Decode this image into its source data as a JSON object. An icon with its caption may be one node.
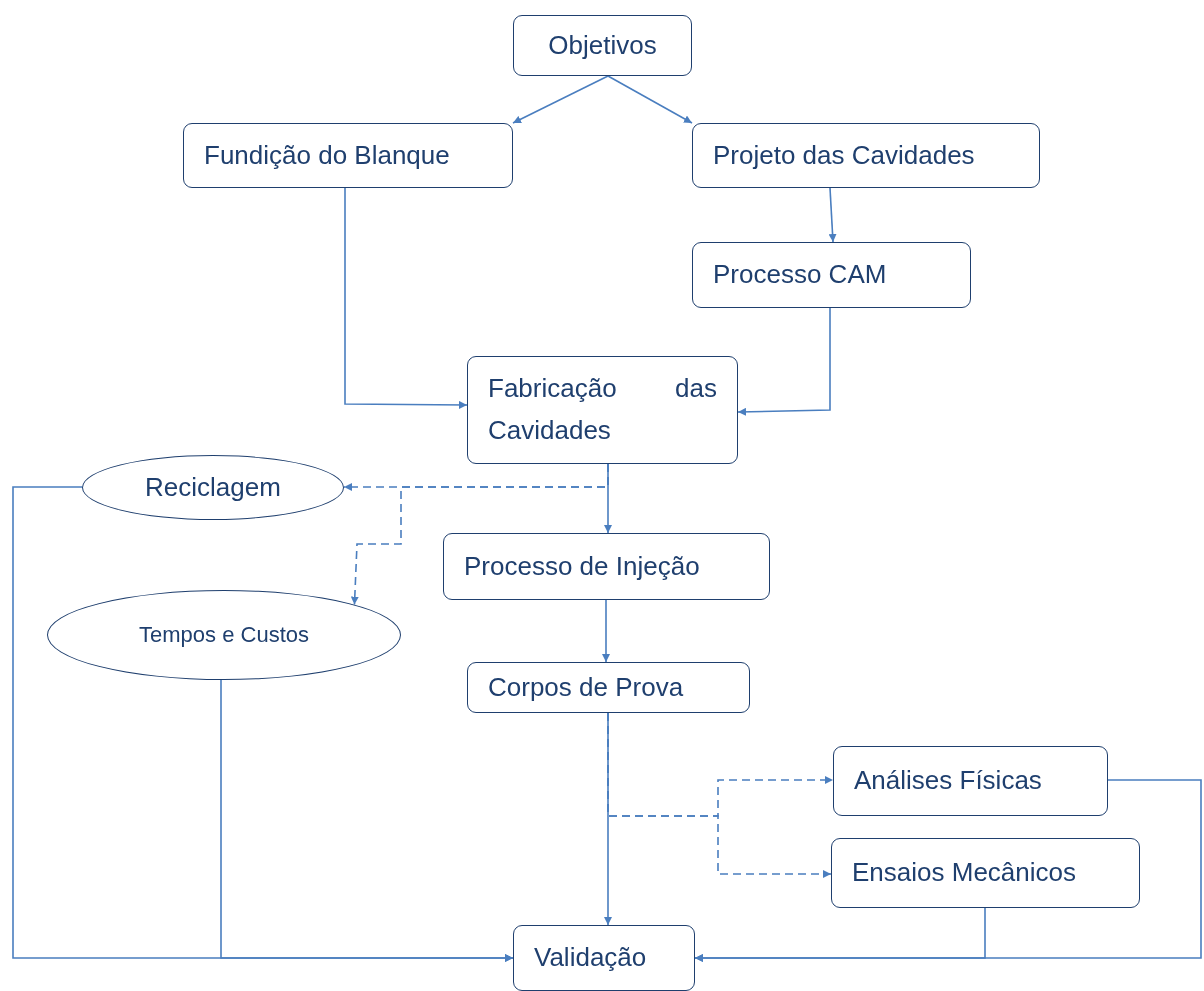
{
  "diagram": {
    "nodes": [
      {
        "text": [
          "Objetivos"
        ]
      },
      {
        "text": [
          "Fundição do Blanque"
        ]
      },
      {
        "text": [
          "Projeto das Cavidades"
        ]
      },
      {
        "text": [
          "Processo CAM"
        ]
      },
      {
        "text": [
          "Fabricação das Cavidades"
        ]
      },
      {
        "text": [
          "Reciclagem"
        ]
      },
      {
        "text": [
          "Processo de Injeção"
        ]
      },
      {
        "text": [
          "Tempos e Custos"
        ]
      },
      {
        "text": [
          "Corpos de Prova"
        ]
      },
      {
        "text": [
          "Análises Físicas"
        ]
      },
      {
        "text": [
          "Ensaios Mecânicos"
        ]
      },
      {
        "text": [
          "Validação"
        ]
      }
    ],
    "edges": [
      {
        "from": 0,
        "to": 1,
        "arrow": "to"
      },
      {
        "from": 0,
        "to": 2,
        "arrow": "to"
      },
      {
        "from": 2,
        "to": 3,
        "arrow": "to"
      },
      {
        "from": 1,
        "to": 4,
        "arrow": "to"
      },
      {
        "from": 3,
        "to": 4,
        "arrow": "to"
      },
      {
        "from": 4,
        "to": 6,
        "arrow": "to"
      },
      {
        "from": 4,
        "to": 5,
        "arrow": "to",
        "style": "dashed"
      },
      {
        "from": 4,
        "to": 7,
        "arrow": "to",
        "style": "dashed"
      },
      {
        "from": 6,
        "to": 8,
        "arrow": "to"
      },
      {
        "from": 8,
        "to": 11,
        "arrow": "to"
      },
      {
        "from": 8,
        "to": 9,
        "arrow": "to",
        "style": "dashed"
      },
      {
        "from": 8,
        "to": 10,
        "arrow": "to",
        "style": "dashed"
      },
      {
        "from": 5,
        "to": 11,
        "arrow": "to"
      },
      {
        "from": 7,
        "to": 11,
        "arrow": "to"
      },
      {
        "from": 9,
        "to": 11,
        "arrow": "to"
      },
      {
        "from": 10,
        "to": 11,
        "arrow": "to"
      }
    ]
  }
}
